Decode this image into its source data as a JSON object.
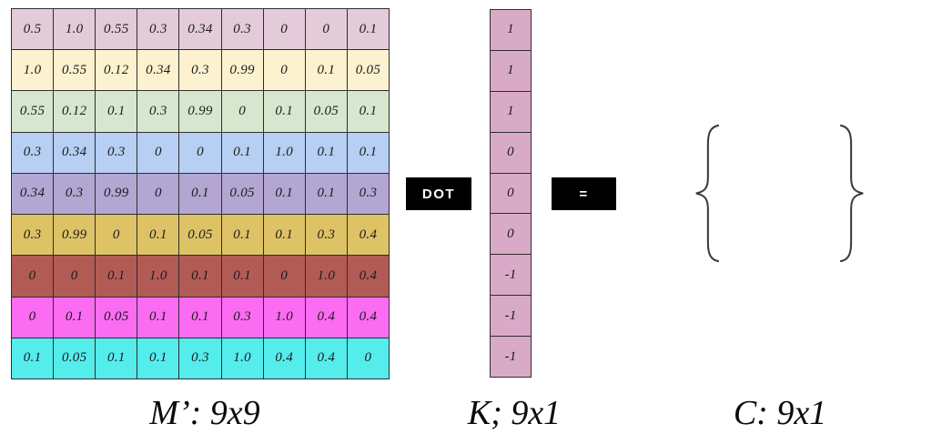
{
  "matrix": {
    "label": "M’: 9x9",
    "row_colors": [
      "#e3cbd9",
      "#fdf2cf",
      "#d7e7cf",
      "#b6cff2",
      "#b3a6d3",
      "#dec266",
      "#b25b55",
      "#fb6cf2",
      "#55ecec"
    ],
    "rows": [
      [
        "0.5",
        "1.0",
        "0.55",
        "0.3",
        "0.34",
        "0.3",
        "0",
        "0",
        "0.1"
      ],
      [
        "1.0",
        "0.55",
        "0.12",
        "0.34",
        "0.3",
        "0.99",
        "0",
        "0.1",
        "0.05"
      ],
      [
        "0.55",
        "0.12",
        "0.1",
        "0.3",
        "0.99",
        "0",
        "0.1",
        "0.05",
        "0.1"
      ],
      [
        "0.3",
        "0.34",
        "0.3",
        "0",
        "0",
        "0.1",
        "1.0",
        "0.1",
        "0.1"
      ],
      [
        "0.34",
        "0.3",
        "0.99",
        "0",
        "0.1",
        "0.05",
        "0.1",
        "0.1",
        "0.3"
      ],
      [
        "0.3",
        "0.99",
        "0",
        "0.1",
        "0.05",
        "0.1",
        "0.1",
        "0.3",
        "0.4"
      ],
      [
        "0",
        "0",
        "0.1",
        "1.0",
        "0.1",
        "0.1",
        "0",
        "1.0",
        "0.4"
      ],
      [
        "0",
        "0.1",
        "0.05",
        "0.1",
        "0.1",
        "0.3",
        "1.0",
        "0.4",
        "0.4"
      ],
      [
        "0.1",
        "0.05",
        "0.1",
        "0.1",
        "0.3",
        "1.0",
        "0.4",
        "0.4",
        "0"
      ]
    ]
  },
  "vector_k": {
    "label": "K; 9x1",
    "color": "#d9aac7",
    "values": [
      "1",
      "1",
      "1",
      "0",
      "0",
      "0",
      "-1",
      "-1",
      "-1"
    ]
  },
  "operators": {
    "dot_label": "DOT",
    "eq_label": "=",
    "box_color": "#000000",
    "text_color": "#ffffff"
  },
  "result": {
    "label": "C: 9x1",
    "brace_color": "#3c3c3c"
  }
}
